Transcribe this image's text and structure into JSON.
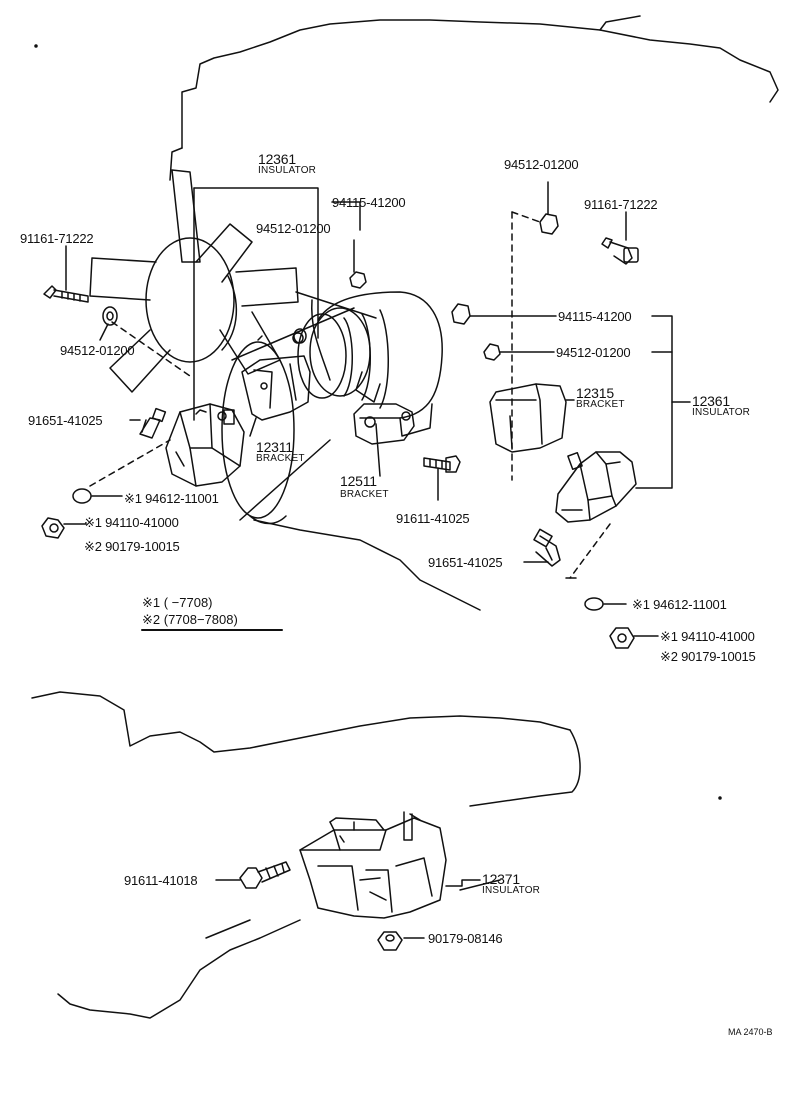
{
  "diagram": {
    "parts": {
      "p12361_left": {
        "num": "12361",
        "name": "INSULATOR"
      },
      "p94115_left": {
        "num": "94115-41200"
      },
      "p94512_top_left": {
        "num": "94512-01200"
      },
      "p91161_left": {
        "num": "91161-71222"
      },
      "p94512_left": {
        "num": "94512-01200"
      },
      "p91651_left": {
        "num": "91651-41025"
      },
      "p12311": {
        "num": "12311",
        "name": "BRACKET"
      },
      "p12511": {
        "num": "12511",
        "name": "BRACKET"
      },
      "p91611_mid": {
        "num": "91611-41025"
      },
      "p94612_left": {
        "num": "※1 94612-11001"
      },
      "p94110_left": {
        "num": "※1 94110-41000"
      },
      "p90179_left": {
        "num": "※2 90179-10015"
      },
      "p94512_top_right": {
        "num": "94512-01200"
      },
      "p91161_right": {
        "num": "91161-71222"
      },
      "p94115_right": {
        "num": "94115-41200"
      },
      "p94512_right": {
        "num": "94512-01200"
      },
      "p12315": {
        "num": "12315",
        "name": "BRACKET"
      },
      "p12361_right": {
        "num": "12361",
        "name": "INSULATOR"
      },
      "p91651_right": {
        "num": "91651-41025"
      },
      "p94612_right": {
        "num": "※1 94612-11001"
      },
      "p94110_right": {
        "num": "※1 94110-41000"
      },
      "p90179_right": {
        "num": "※2 90179-10015"
      },
      "p91611_bottom": {
        "num": "91611-41018"
      },
      "p12371": {
        "num": "12371",
        "name": "INSULATOR"
      },
      "p90179_bottom": {
        "num": "90179-08146"
      }
    },
    "legend": {
      "line1": "※1 (      −7708)",
      "line2": "※2 (7708−7808)"
    },
    "code": "MA 2470-B"
  }
}
